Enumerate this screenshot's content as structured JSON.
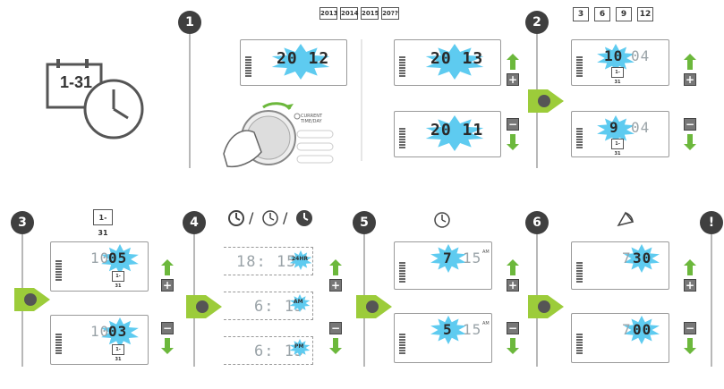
{
  "colors": {
    "burst": "#5ecbf0",
    "burst_core": "#2fa9d8",
    "arrow_green": "#6cb83c",
    "play_green": "#9ccc3a",
    "dark": "#3f3f3f"
  },
  "intro_icon": {
    "date_range": "1-31",
    "icon": "calendar-clock-icon"
  },
  "steps": [
    "1",
    "2",
    "3",
    "4",
    "5",
    "6",
    "!"
  ],
  "step1": {
    "years_icons": [
      "2013",
      "2014",
      "2015",
      "20??"
    ],
    "display_main": "20 12",
    "display_up": "20 13",
    "display_down": "20 11",
    "dial_label": "CURRENT TIME/DAY"
  },
  "step2": {
    "months_icons": [
      "3",
      "6",
      "9",
      "12"
    ],
    "display_up": {
      "month": "10",
      "day": "04"
    },
    "display_down": {
      "month": "9",
      "day": "04"
    },
    "cal_tag": "1-31"
  },
  "step3": {
    "icon_label": "1-31",
    "display_up": {
      "month": "10",
      "day": "05"
    },
    "display_down": {
      "month": "10",
      "day": "03"
    },
    "cal_tag": "1-31"
  },
  "step4": {
    "separators": [
      "/",
      "/"
    ],
    "rows": [
      {
        "time": "18: 15",
        "mode": "24HR"
      },
      {
        "time": "6: 15",
        "mode": "AM"
      },
      {
        "time": "6: 15",
        "mode": "PM"
      }
    ]
  },
  "step5": {
    "display_up": {
      "hour": "7",
      "minute": "15",
      "suffix": "AM"
    },
    "display_down": {
      "hour": "5",
      "minute": "15",
      "suffix": "AM"
    }
  },
  "step6": {
    "display_up": {
      "hour": "7",
      "minute": "30"
    },
    "display_down": {
      "hour": "7",
      "minute": "00"
    }
  },
  "buttons": {
    "plus": "+",
    "minus": "−"
  }
}
